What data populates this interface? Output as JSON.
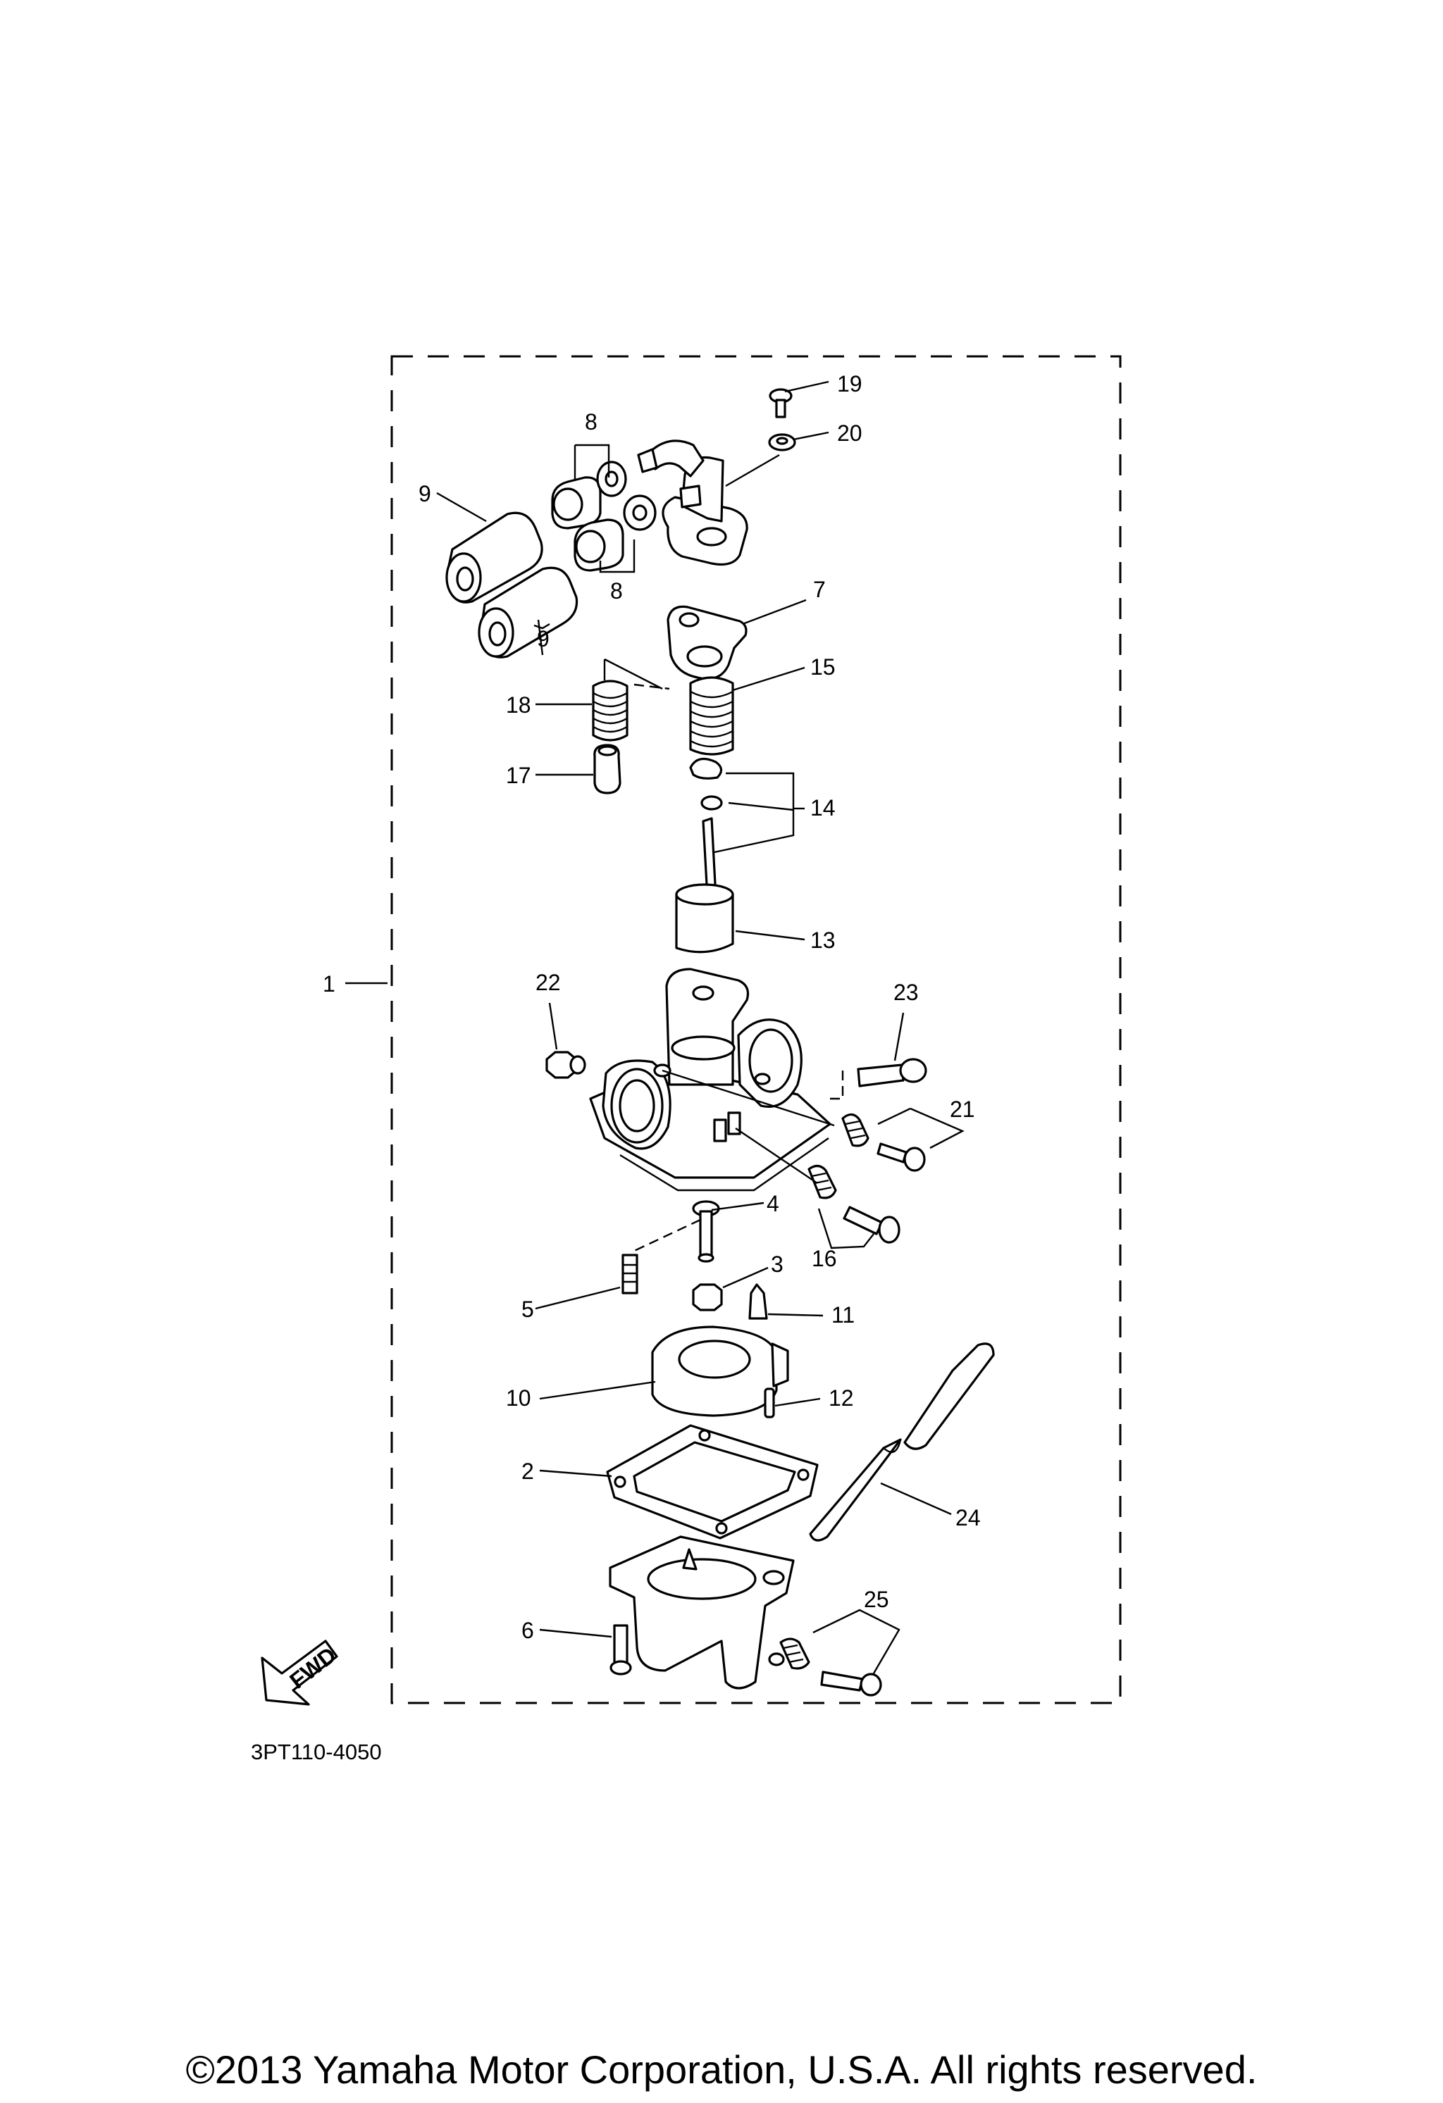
{
  "diagram": {
    "part_code": "3PT110-4050",
    "fwd_label": "FWD",
    "callouts": {
      "c1": "1",
      "c2": "2",
      "c3": "3",
      "c4": "4",
      "c5": "5",
      "c6": "6",
      "c7": "7",
      "c8a": "8",
      "c8b": "8",
      "c9a": "9",
      "c9b": "9",
      "c10": "10",
      "c11": "11",
      "c12": "12",
      "c13": "13",
      "c14": "14",
      "c15": "15",
      "c16": "16",
      "c17": "17",
      "c18": "18",
      "c19": "19",
      "c20": "20",
      "c21": "21",
      "c22": "22",
      "c23": "23",
      "c24": "24",
      "c25": "25"
    }
  },
  "footer": {
    "copyright": "©2013 Yamaha Motor Corporation, U.S.A. All rights reserved."
  }
}
